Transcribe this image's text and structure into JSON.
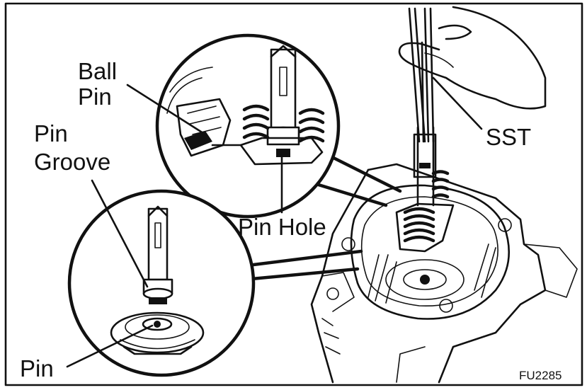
{
  "labels": {
    "ball_pin": [
      "Ball",
      "Pin"
    ],
    "pin_groove": [
      "Pin",
      "Groove"
    ],
    "sst": "SST",
    "pin_hole": "Pin Hole",
    "pin": "Pin"
  },
  "figure_code": "FU2285",
  "colors": {
    "ink": "#111111",
    "paper": "#ffffff"
  }
}
